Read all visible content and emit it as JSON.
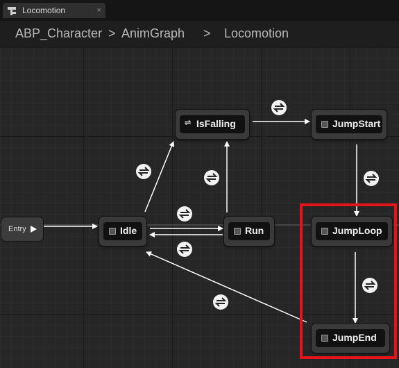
{
  "tab": {
    "title": "Locomotion",
    "icon": "state-machine-icon",
    "close": "×"
  },
  "breadcrumb": {
    "root": "ABP_Character",
    "sep1": ">",
    "mid": "AnimGraph",
    "sep2": ">",
    "current": "Locomotion"
  },
  "graph": {
    "entry_label": "Entry",
    "states": {
      "idle": "Idle",
      "run": "Run",
      "isfalling": "IsFalling",
      "jumpstart": "JumpStart",
      "jumploop": "JumpLoop",
      "jumpend": "JumpEnd"
    },
    "highlight_color": "#e3151a",
    "wire_color": "#ffffff"
  }
}
